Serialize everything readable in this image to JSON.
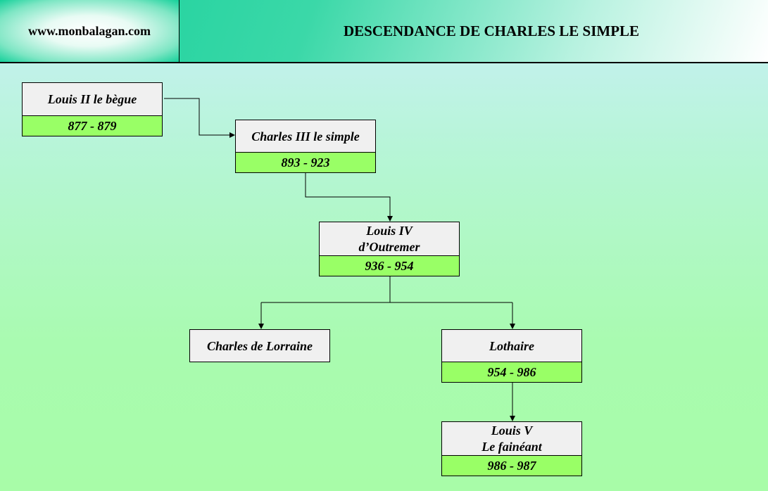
{
  "header": {
    "site": "www.monbalagan.com",
    "title": "DESCENDANCE DE CHARLES LE SIMPLE"
  },
  "people": [
    {
      "name": "Louis II le bègue",
      "reign": "877 - 879"
    },
    {
      "name": "Charles III le simple",
      "reign": "893 - 923"
    },
    {
      "name_line1": "Louis IV",
      "name_line2": "d’Outremer",
      "reign": "936 - 954"
    },
    {
      "name": "Charles de Lorraine"
    },
    {
      "name": "Lothaire",
      "reign": "954 - 986"
    },
    {
      "name_line1": "Louis V",
      "name_line2": "Le fainéant",
      "reign": "986 - 987"
    }
  ]
}
